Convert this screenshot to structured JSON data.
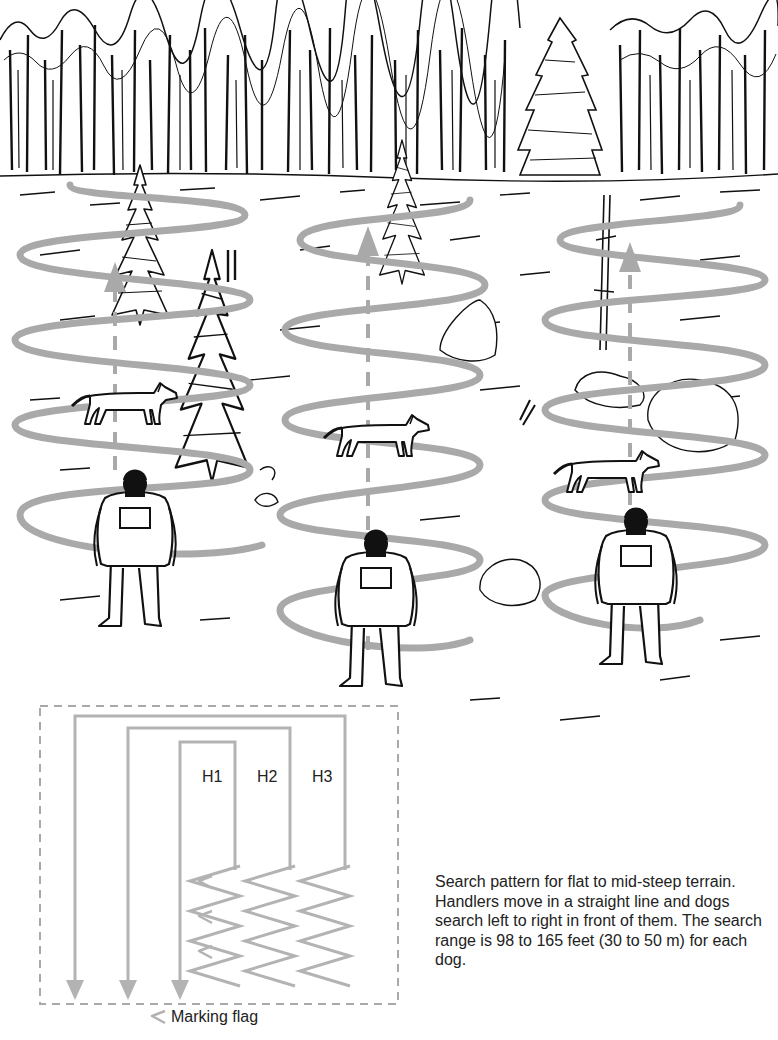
{
  "diagram": {
    "caption": "Search pattern for flat to mid-steep terrain. Handlers move in a straight line and dogs search left to right in front of them. The search range is 98 to 165 feet (30 to 50 m) for each dog.",
    "labels": [
      "H1",
      "H2",
      "H3",
      "Marking flag"
    ]
  }
}
